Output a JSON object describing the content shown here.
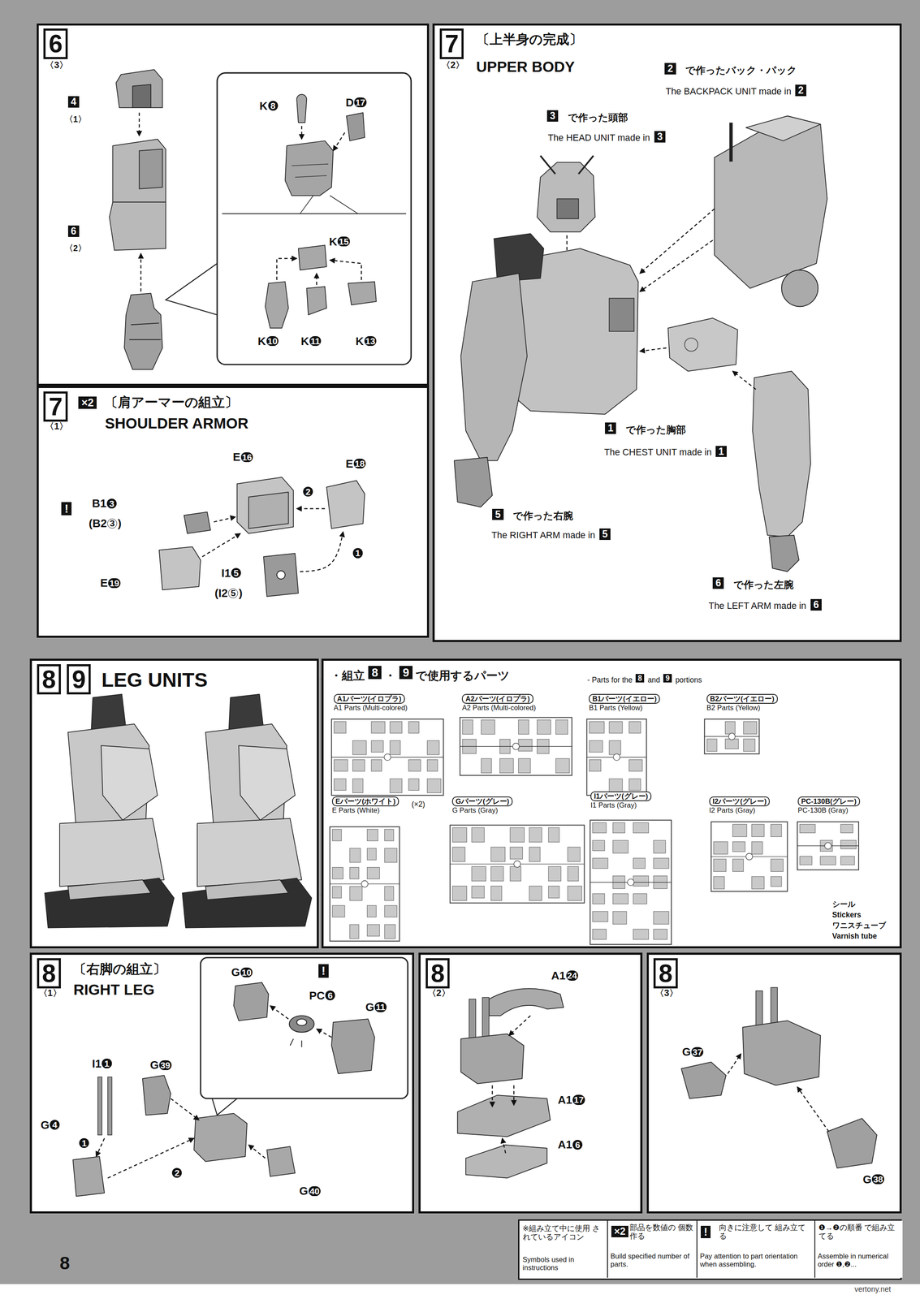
{
  "diagram": {
    "nodes": [
      {
        "text": [
          "6",
          "〈3〉"
        ]
      },
      {
        "text": [
          "7",
          "〈1〉",
          "×2",
          "〔肩アーマーの組立〕",
          "SHOULDER ARMOR"
        ]
      },
      {
        "text": [
          "7",
          "〈2〉",
          "〔上半身の完成〕",
          "UPPER BODY"
        ]
      },
      {
        "text": [
          "8",
          "9",
          "LEG UNITS"
        ]
      },
      {
        "text": [
          "・組立",
          "8",
          "・",
          "9",
          "で使用するパーツ",
          "- Parts for the",
          "8",
          "and",
          "9",
          "portions"
        ]
      },
      {
        "text": [
          "A1パーツ(イロプラ)",
          "A1 Parts (Multi-colored)"
        ],
        "in": 4
      },
      {
        "text": [
          "A2パーツ(イロプラ)",
          "A2 Parts (Multi-colored)"
        ],
        "in": 4
      },
      {
        "text": [
          "B1パーツ(イエロー)",
          "B1 Parts (Yellow)"
        ],
        "in": 4
      },
      {
        "text": [
          "B2パーツ(イエロー)",
          "B2 Parts (Yellow)"
        ],
        "in": 4
      },
      {
        "text": [
          "Eパーツ(ホワイト)",
          "E Parts (White)",
          "(×2)"
        ],
        "in": 4
      },
      {
        "text": [
          "Gパーツ(グレー)",
          "G Parts (Gray)"
        ],
        "in": 4
      },
      {
        "text": [
          "I1パーツ(グレー)",
          "I1 Parts (Gray)"
        ],
        "in": 4
      },
      {
        "text": [
          "I2パーツ(グレー)",
          "I2 Parts (Gray)"
        ],
        "in": 4
      },
      {
        "text": [
          "PC-130B(グレー)",
          "PC-130B (Gray)"
        ],
        "in": 4
      },
      {
        "text": [
          "8",
          "〈1〉",
          "〔右脚の組立〕",
          "RIGHT LEG"
        ]
      },
      {
        "text": [
          "8",
          "〈2〉"
        ]
      },
      {
        "text": [
          "8",
          "〈3〉"
        ]
      },
      {
        "text": [
          "※組み立て中に使用 されているアイコン",
          "Symbols used in instructions"
        ]
      },
      {
        "text": [
          "×2",
          "部品を数値の 個数作る",
          "Build specified number of parts."
        ],
        "in": 17
      },
      {
        "text": [
          "!",
          "向きに注意して 組み立てる",
          "Pay attention to part orientation when assembling."
        ],
        "in": 17
      },
      {
        "text": [
          "❶→❷の順番 で組み立てる",
          "Assemble in numerical order ❶,❷..."
        ],
        "in": 17
      }
    ],
    "labels": [
      "4",
      "〈1〉",
      "6",
      "〈2〉",
      "K8",
      "D17",
      "K15",
      "K10",
      "K11",
      "K13",
      "!",
      "B13",
      "(B23)",
      "E16",
      "E18",
      "2",
      "E19",
      "I15",
      "(I25)",
      "1",
      "2",
      "で作ったバック・パック",
      "The BACKPACK UNIT made in",
      "2",
      "3",
      "で作った頭部",
      "The HEAD UNIT made in",
      "3",
      "1",
      "で作った胸部",
      "The CHEST UNIT made in",
      "1",
      "5",
      "で作った右腕",
      "The RIGHT ARM made in",
      "5",
      "6",
      "で作った左腕",
      "The LEFT ARM made in",
      "6",
      "シール",
      "Stickers",
      "ワニスチューブ",
      "Varnish tube",
      "G10",
      "!",
      "PC6",
      "G11",
      "I11",
      "G39",
      "G4",
      "1",
      "2",
      "G40",
      "A124",
      "A117",
      "A16",
      "G37",
      "G38",
      "8",
      "vertony.net"
    ]
  }
}
